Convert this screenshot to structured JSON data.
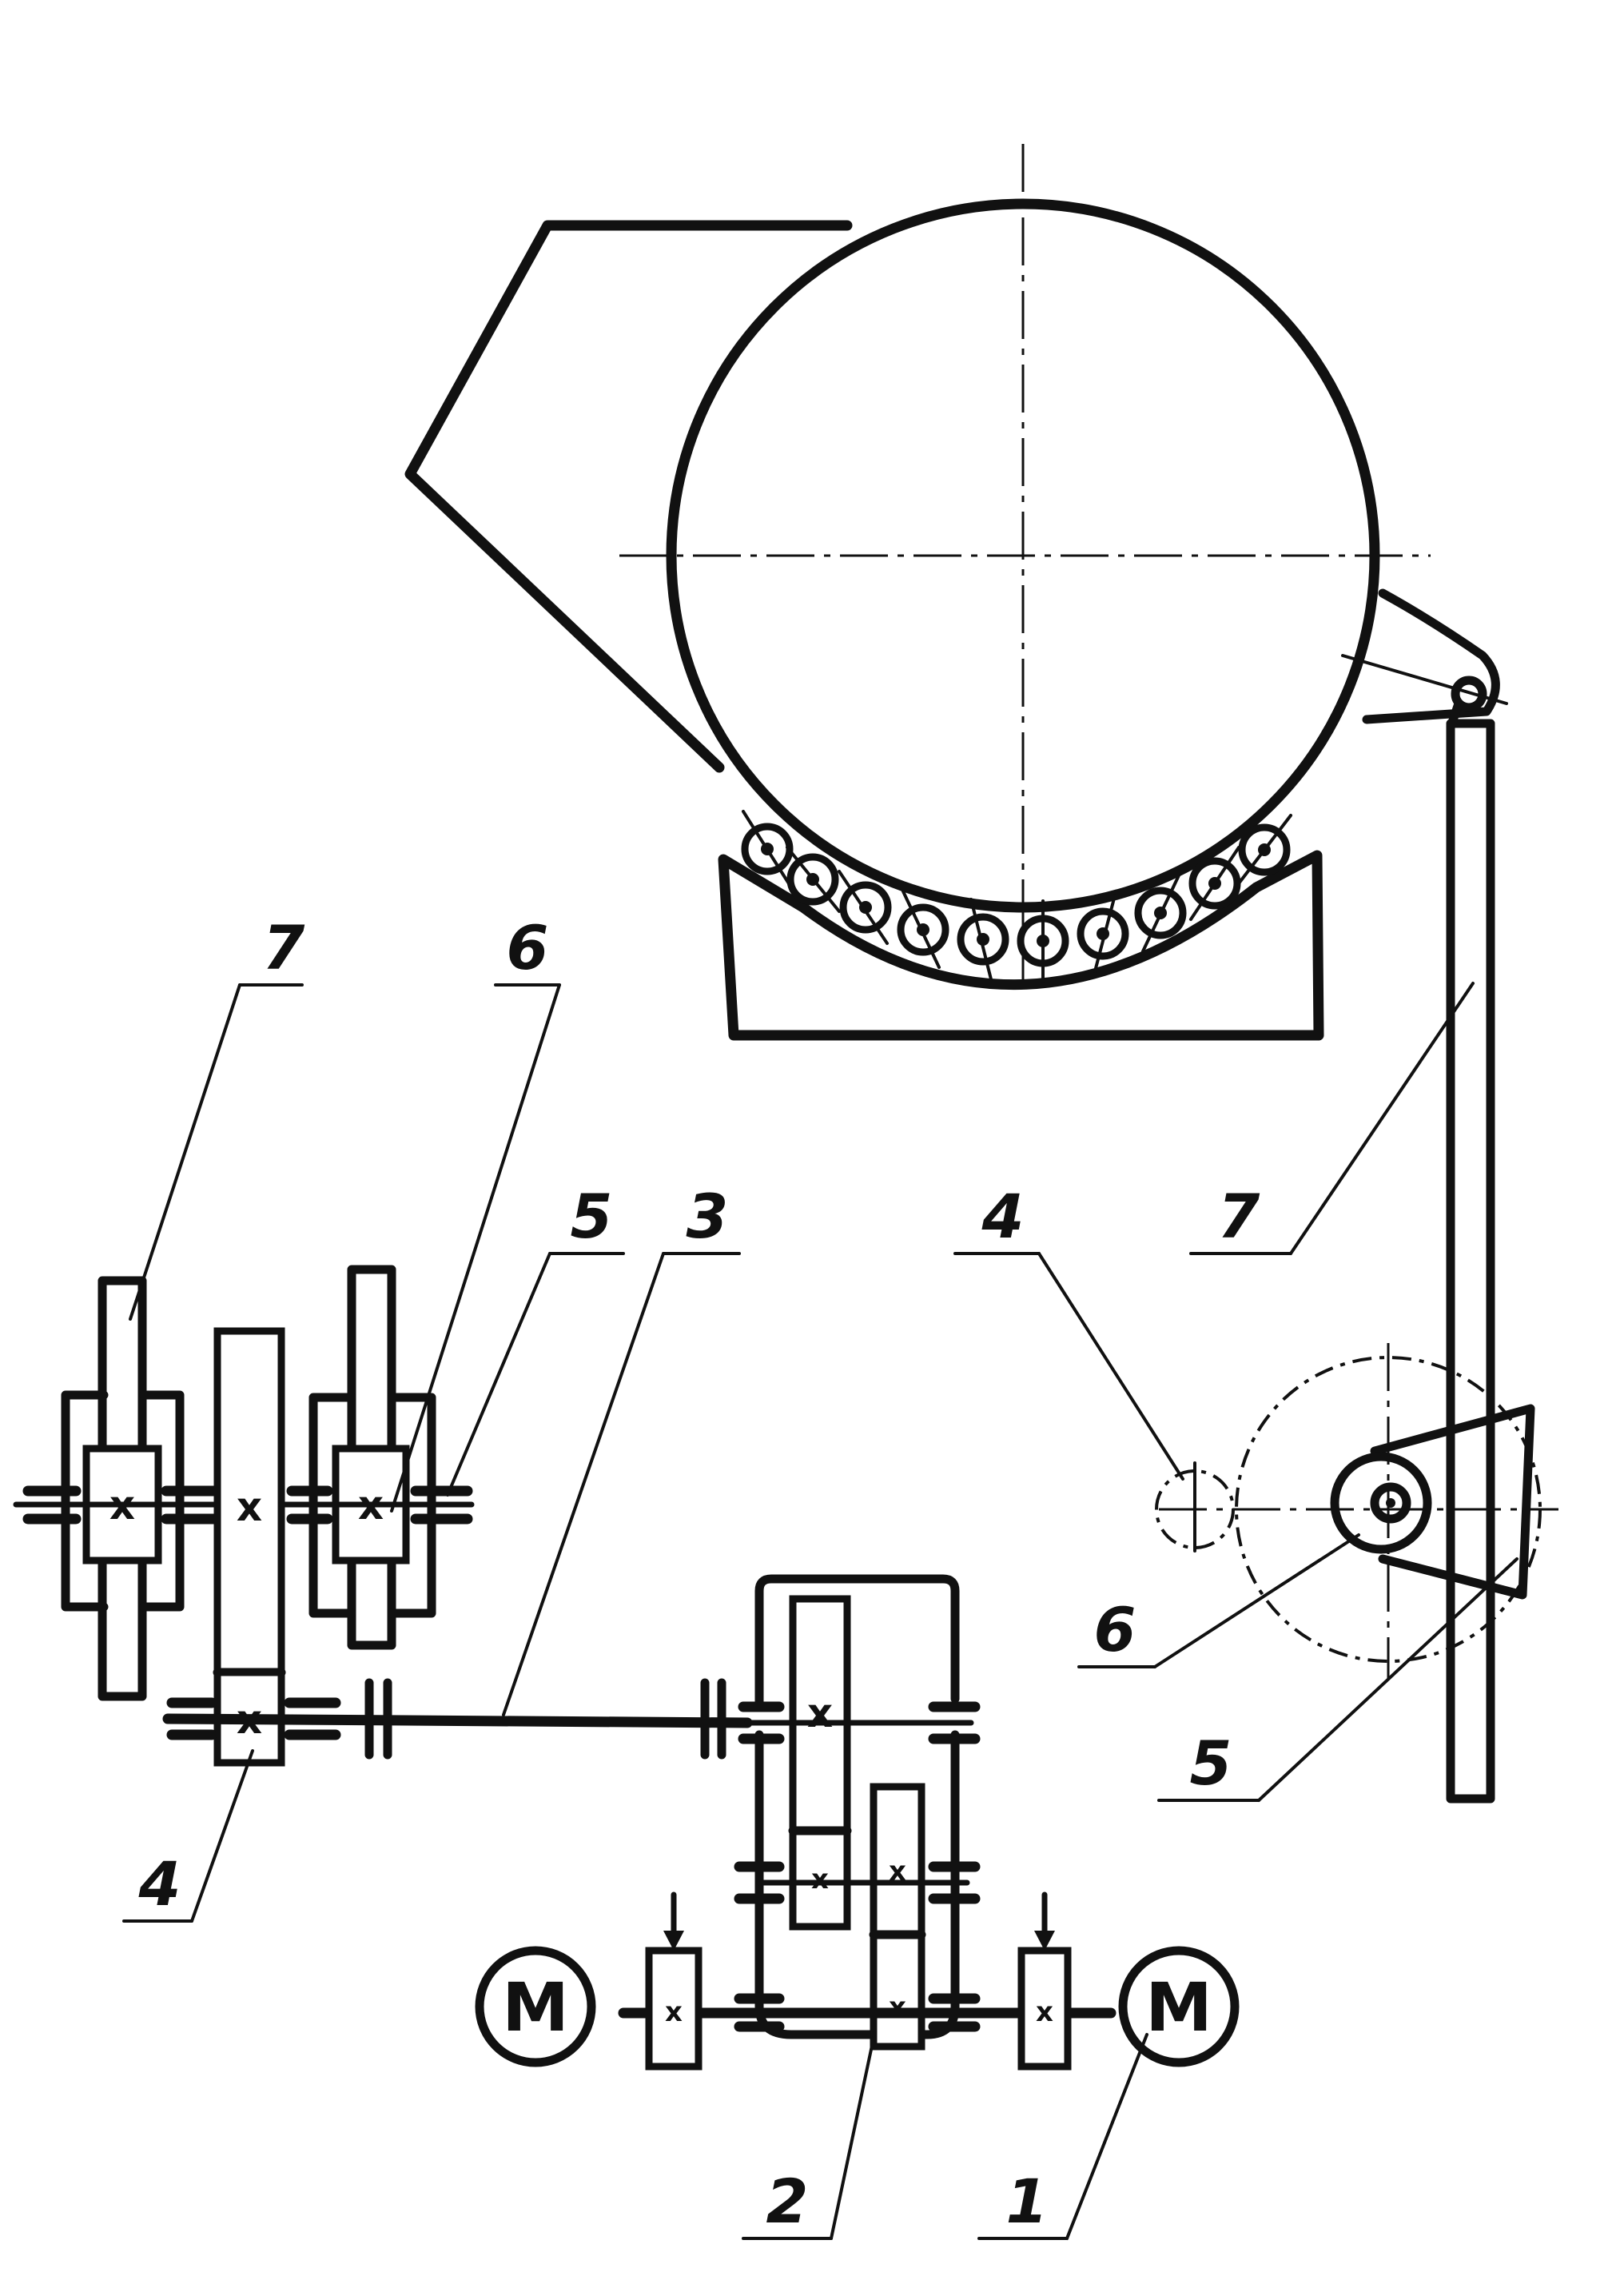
{
  "labels": {
    "l1": "1",
    "l2": "2",
    "l3": "3",
    "l4_kin": "4",
    "l4_side": "4",
    "l5_kin": "5",
    "l5_side": "5",
    "l6_kin": "6",
    "l6_side": "6",
    "l7_kin": "7",
    "l7_side": "7"
  },
  "motors": {
    "left": "M",
    "right": "M"
  },
  "gear_marks": {
    "mark": "x"
  }
}
